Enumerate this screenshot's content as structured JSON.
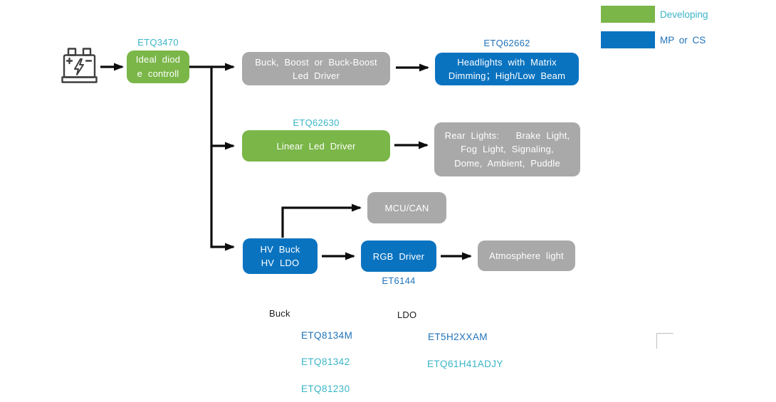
{
  "legend": {
    "items": [
      {
        "label": "Developing",
        "swatch_color": "#7ab648",
        "label_color": "#3ab5c6"
      },
      {
        "label": "MP or CS",
        "swatch_color": "#0a73c0",
        "label_color": "#2173b9"
      }
    ]
  },
  "nodes": {
    "battery": {
      "icon": "car-battery-icon"
    },
    "ideal_diode": {
      "part_number": "ETQ3470",
      "line1": "Ideal diod",
      "line2": "e controll",
      "status": "developing"
    },
    "buck_boost_driver": {
      "line1": "Buck, Boost or Buck-Boost",
      "line2": "Led Driver",
      "status": "generic"
    },
    "headlights": {
      "part_number": "ETQ62662",
      "line1": "Headlights with Matrix",
      "line2": "Dimming；High/Low Beam",
      "status": "mp-or-cs"
    },
    "linear_led_driver": {
      "part_number": "ETQ62630",
      "line1": "Linear Led Driver",
      "status": "developing"
    },
    "rear_lights": {
      "line1": "Rear Lights:   Brake Light,",
      "line2": "Fog Light, Signaling,",
      "line3": "Dome, Ambient, Puddle",
      "status": "generic"
    },
    "mcu_can": {
      "line1": "MCU/CAN",
      "status": "generic"
    },
    "hv_buck_ldo": {
      "line1": "HV Buck",
      "line2": "HV LDO",
      "status": "mp-or-cs"
    },
    "rgb_driver": {
      "part_number": "ET6144",
      "line1": "RGB Driver",
      "status": "mp-or-cs"
    },
    "atmosphere_light": {
      "line1": "Atmosphere light",
      "status": "generic"
    }
  },
  "part_lists": {
    "buck": {
      "header": "Buck",
      "items": [
        {
          "label": "ETQ8134M",
          "color": "#2173b9"
        },
        {
          "label": "ETQ81342",
          "color": "#3ab5c6"
        },
        {
          "label": "ETQ81230",
          "color": "#3ab5c6"
        }
      ]
    },
    "ldo": {
      "header": "LDO",
      "items": [
        {
          "label": "ET5H2XXAM",
          "color": "#2173b9"
        },
        {
          "label": "ETQ61H41ADJY",
          "color": "#3ab5c6"
        }
      ]
    }
  },
  "colors": {
    "developing_green": "#7ab648",
    "mp_cs_blue": "#0a73c0",
    "generic_gray": "#a9a9a9",
    "teal_text": "#3ab5c6",
    "blue_text": "#2173b9",
    "arrow_black": "#0d0d0d"
  }
}
